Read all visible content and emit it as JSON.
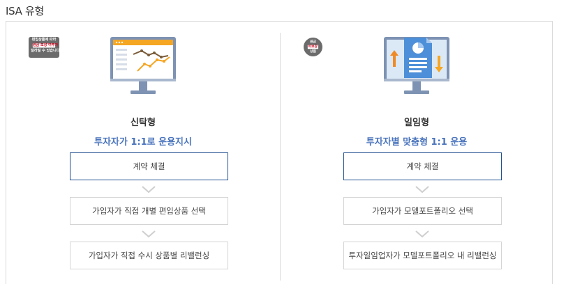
{
  "section": {
    "title": "ISA 유형"
  },
  "left": {
    "badge_lines": [
      "편입상품에 따라",
      "원금 보장 여부가",
      "달라질 수 있습니다"
    ],
    "name": "신탁형",
    "description": "투자자가 1:1로 운용지시",
    "steps": [
      "계약 체결",
      "가입자가 직접 개별 편입상품 선택",
      "가입자가 직접 수시 상품별 리밸런싱"
    ]
  },
  "right": {
    "badge_lines": [
      "원금",
      "비보장",
      "상품"
    ],
    "name": "일임형",
    "description": "투자자별 맞춤형 1:1 운용",
    "steps": [
      "계약 체결",
      "가입자가 모델포트폴리오 선택",
      "투자일임업자가 모델포트폴리오 내 리밸런싱"
    ]
  },
  "colors": {
    "accent_blue": "#4a74bd",
    "primary_border": "#1f4f8f",
    "badge_gray": "#6b6b6b",
    "badge_red": "#d0021b",
    "monitor_frame": "#7e93b3",
    "screen_orange": "#f5a623"
  },
  "icons": {
    "left_monitor": "monitor-line-chart-icon",
    "right_monitor": "monitor-document-pie-icon",
    "chevron": "chevron-down-icon"
  }
}
